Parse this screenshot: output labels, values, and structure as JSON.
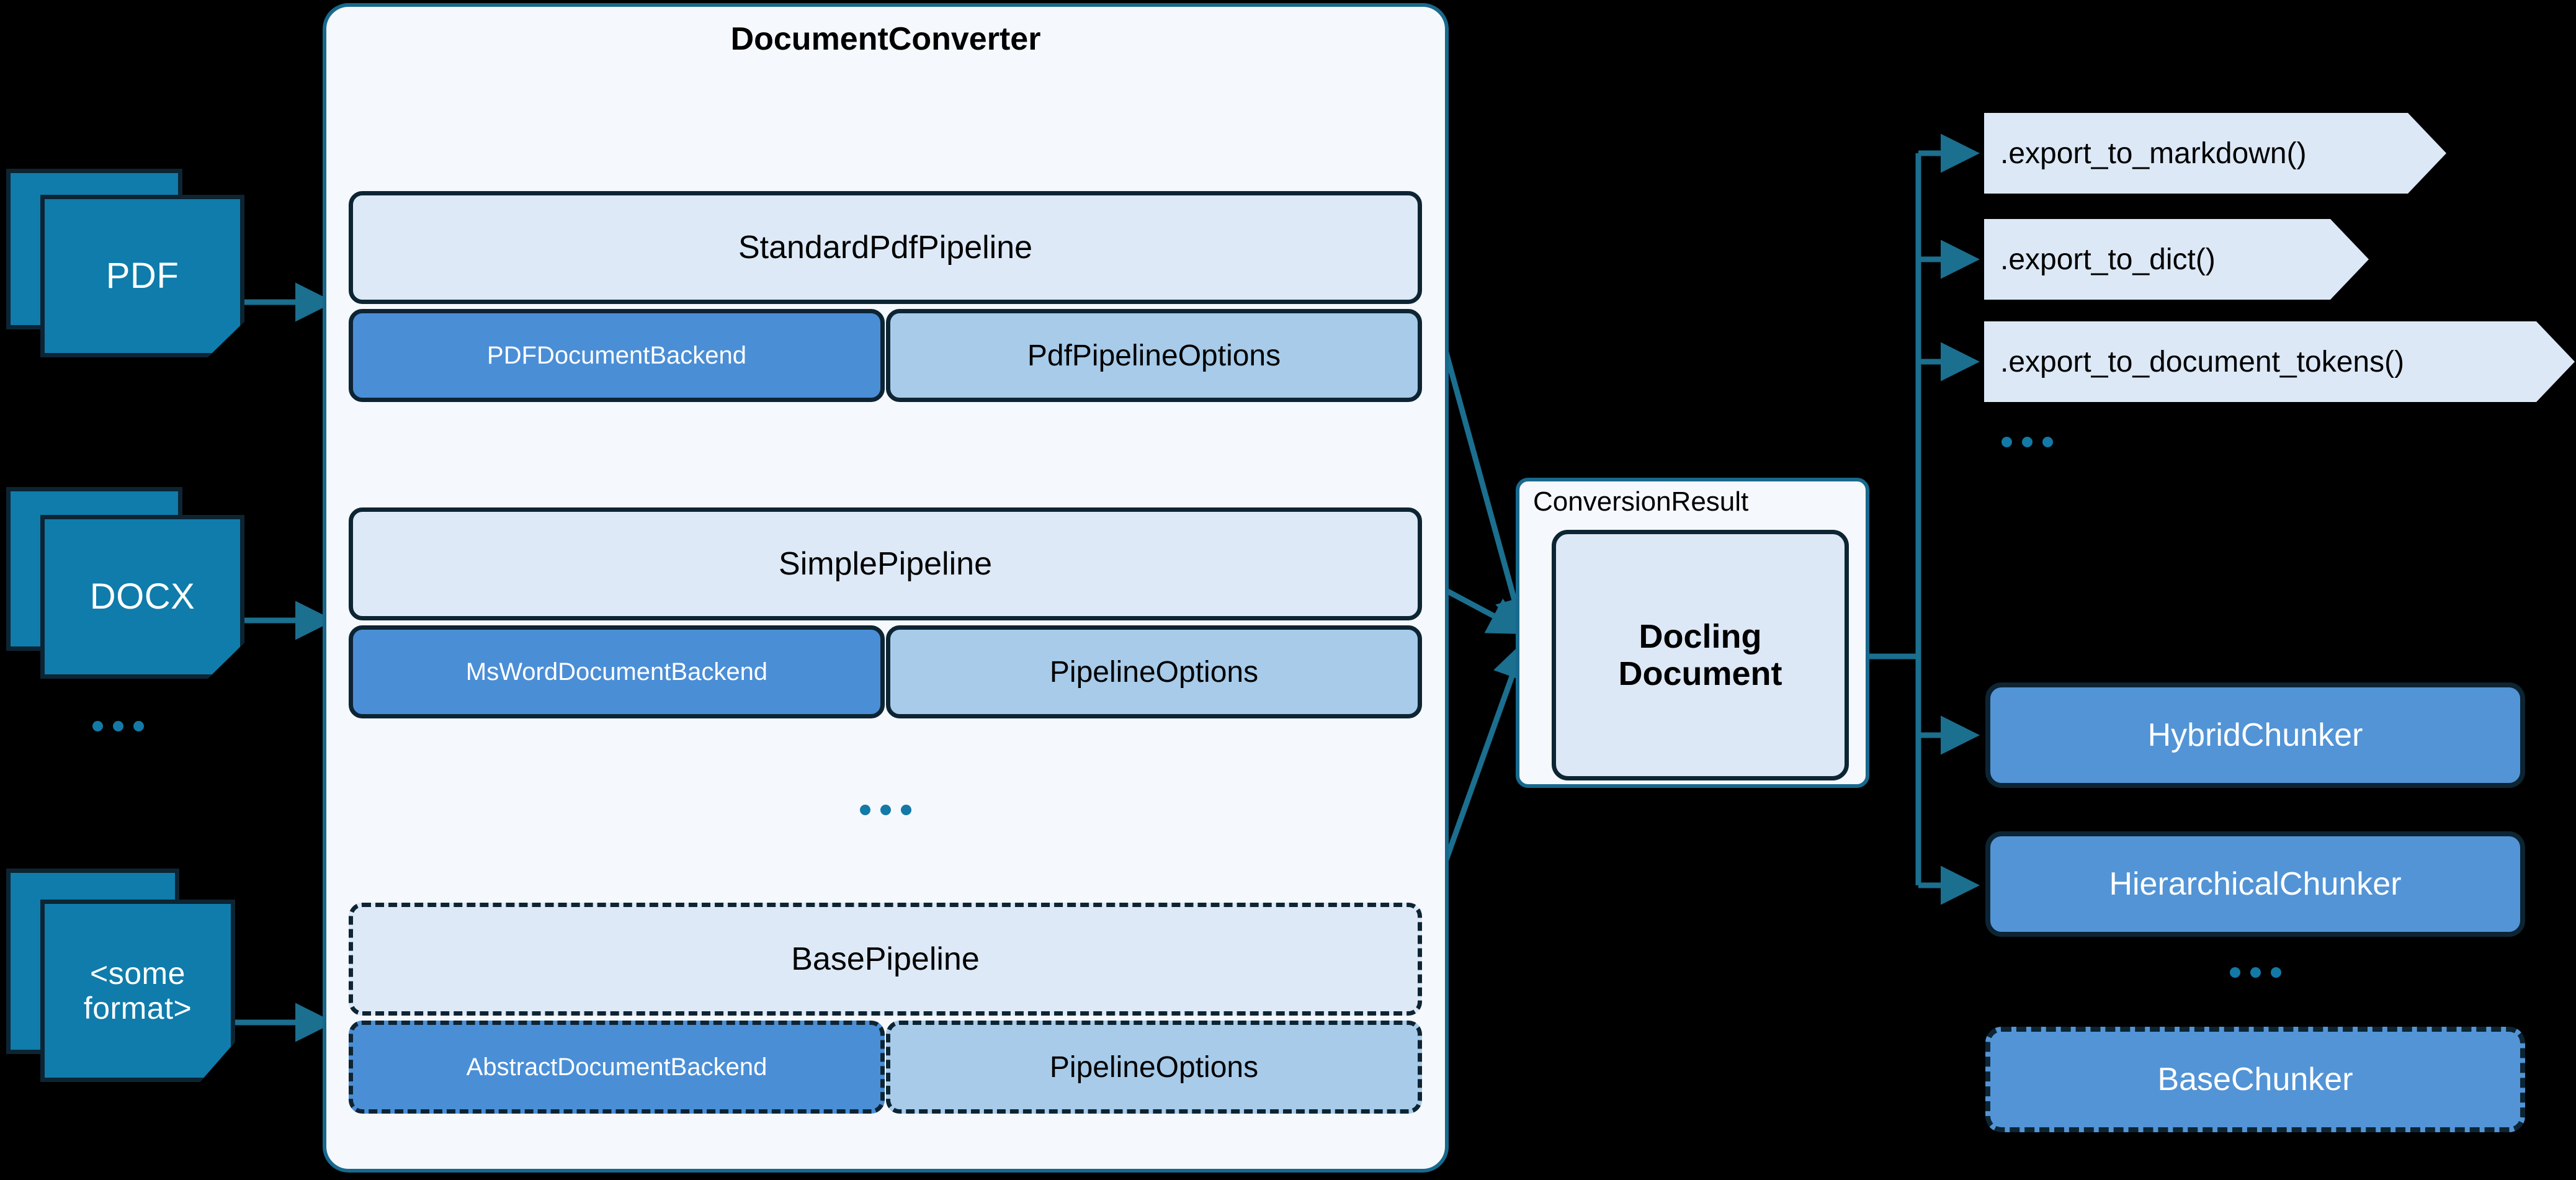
{
  "inputs": [
    {
      "label": "PDF",
      "name": "pdf-document-icon"
    },
    {
      "label": "DOCX",
      "name": "docx-document-icon"
    },
    {
      "label": "<some\nformat>",
      "name": "some-format-document-icon"
    }
  ],
  "input_ellipsis": "...",
  "converter": {
    "title": "DocumentConverter",
    "ellipsis": "...",
    "pipelines": [
      {
        "head": "StandardPdfPipeline",
        "backend": "PDFDocumentBackend",
        "options": "PdfPipelineOptions",
        "dashed": false
      },
      {
        "head": "SimplePipeline",
        "backend": "MsWordDocumentBackend",
        "options": "PipelineOptions",
        "dashed": false
      },
      {
        "head": "BasePipeline",
        "backend": "AbstractDocumentBackend",
        "options": "PipelineOptions",
        "dashed": true
      }
    ]
  },
  "conversion_result": {
    "label": "ConversionResult",
    "document": "Docling\nDocument"
  },
  "exports": [
    ".export_to_markdown()",
    ".export_to_dict()",
    ".export_to_document_tokens()"
  ],
  "exports_ellipsis": "...",
  "chunkers": [
    {
      "label": "HybridChunker",
      "dashed": false
    },
    {
      "label": "HierarchicalChunker",
      "dashed": false
    },
    {
      "label": "BaseChunker",
      "dashed": true
    }
  ],
  "chunkers_ellipsis": "...",
  "colors": {
    "background": "#000000",
    "panel": "#f5f8fd",
    "panel_border": "#18698d",
    "pipeline_head": "#dde9f6",
    "backend": "#4a8ed6",
    "options": "#a7cbe9",
    "box_border": "#0d2433",
    "doc_icon": "#0f7cab",
    "chunker": "#5294d6",
    "chevron": "#dce8f6",
    "connector": "#1b6f8f",
    "ellipsis_dot": "#1379a6"
  }
}
